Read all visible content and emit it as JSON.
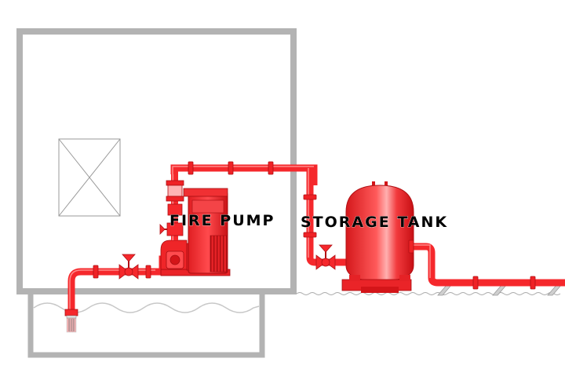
{
  "labels": {
    "pump": "FIRE PUMP",
    "tank": "STORAGE TANK"
  },
  "colors": {
    "pipe": "#f5282c",
    "pipe_highlight": "#ff8a8a",
    "pipe_dark": "#c41015",
    "wall": "#b3b3b3",
    "ground_line": "#aaaaaa"
  },
  "icons": [
    "flange",
    "gate-valve",
    "check-valve",
    "pump-motor",
    "storage-tank",
    "foot-valve",
    "window"
  ]
}
